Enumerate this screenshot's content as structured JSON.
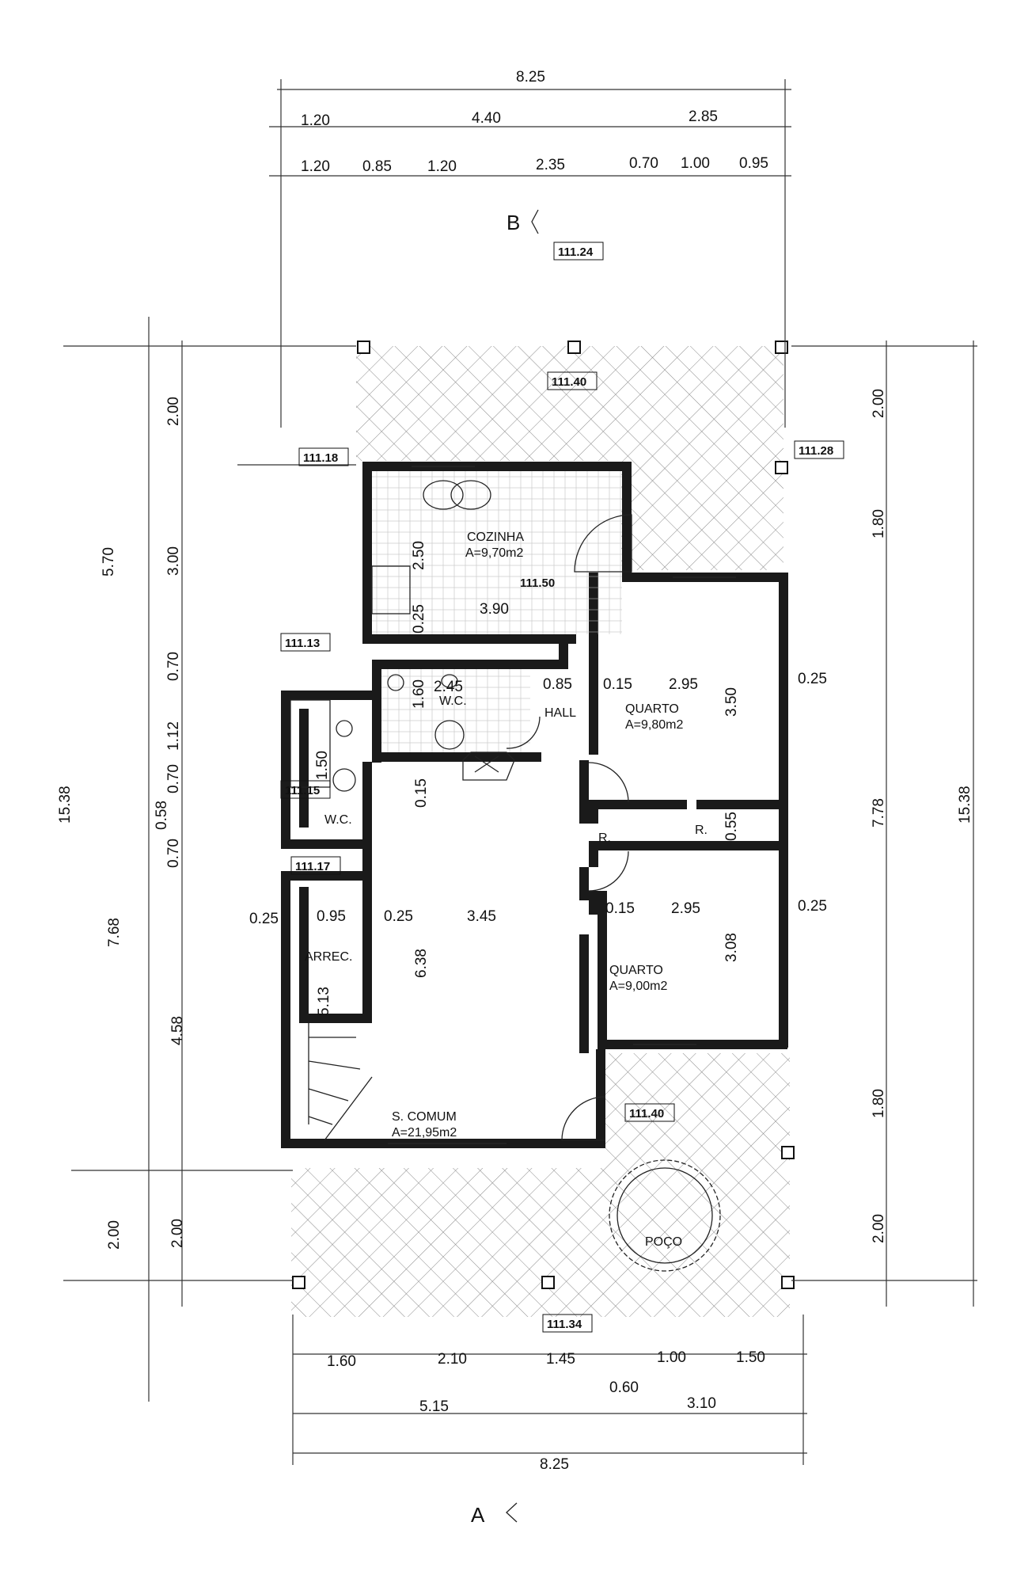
{
  "rooms": {
    "cozinha": {
      "name": "COZINHA",
      "area": "A=9,70m2"
    },
    "wc": {
      "name": "W.C."
    },
    "wc2": {
      "name": "W.C."
    },
    "hall": {
      "name": "HALL"
    },
    "quarto1": {
      "name": "QUARTO",
      "area": "A=9,80m2"
    },
    "quarto2": {
      "name": "QUARTO",
      "area": "A=9,00m2"
    },
    "arrec": {
      "name": "ARREC."
    },
    "s_comum": {
      "name": "S. COMUM",
      "area": "A=21,95m2"
    },
    "poco": {
      "name": "POÇO"
    },
    "r1": {
      "name": "R."
    },
    "r2": {
      "name": "R."
    }
  },
  "elevations": {
    "top_outside": "111.24",
    "top_terrace": "111.40",
    "left_top": "111.18",
    "right_top": "111.28",
    "kitchen": "111.50",
    "left_wc_upper": "111.13",
    "left_wc_mid": "111.15",
    "left_arrec": "111.17",
    "bottom_terrace": "111.40",
    "bottom_outside": "111.34"
  },
  "section_marks": {
    "top": "B",
    "bottom": "A"
  },
  "dims": {
    "top_total": "8.25",
    "top_row1": [
      "1.20",
      "4.40",
      "2.85"
    ],
    "top_row2": [
      "1.20",
      "0.85",
      "1.20",
      "2.35",
      "0.70",
      "1.00",
      "0.95"
    ],
    "bottom_row1": [
      "1.60",
      "2.10",
      "1.45",
      "1.00",
      "1.50"
    ],
    "bottom_small": "0.60",
    "bottom_row2": [
      "5.15",
      "3.10"
    ],
    "bottom_total": "8.25",
    "left_outer_total": "15.38",
    "left_outer": [
      "5.70",
      "7.68",
      "2.00"
    ],
    "left_inner": [
      "2.00",
      "3.00",
      "0.70",
      "1.12",
      "0.70",
      "0.58",
      "0.70",
      "4.58",
      "2.00"
    ],
    "right_inner": [
      "2.00",
      "1.80",
      "7.78",
      "1.80",
      "2.00"
    ],
    "right_outer_total": "15.38",
    "interior": {
      "k_250": "2.50",
      "k_025": "0.25",
      "k_390": "3.90",
      "wc_245": "2.45",
      "wc_160": "1.60",
      "h_085": "0.85",
      "q1_015": "0.15",
      "q1_295": "2.95",
      "q1_350": "3.50",
      "q1_025r": "0.25",
      "wc2_150": "1.50",
      "sc_015": "0.15",
      "q_055": "0.55",
      "row_025a": "0.25",
      "row_095": "0.95",
      "row_025b": "0.25",
      "row_345": "3.45",
      "q2_015": "0.15",
      "q2_295": "2.95",
      "q2_025r": "0.25",
      "q2_308": "3.08",
      "sc_638": "6.38",
      "arrec_513": "5.13"
    }
  }
}
